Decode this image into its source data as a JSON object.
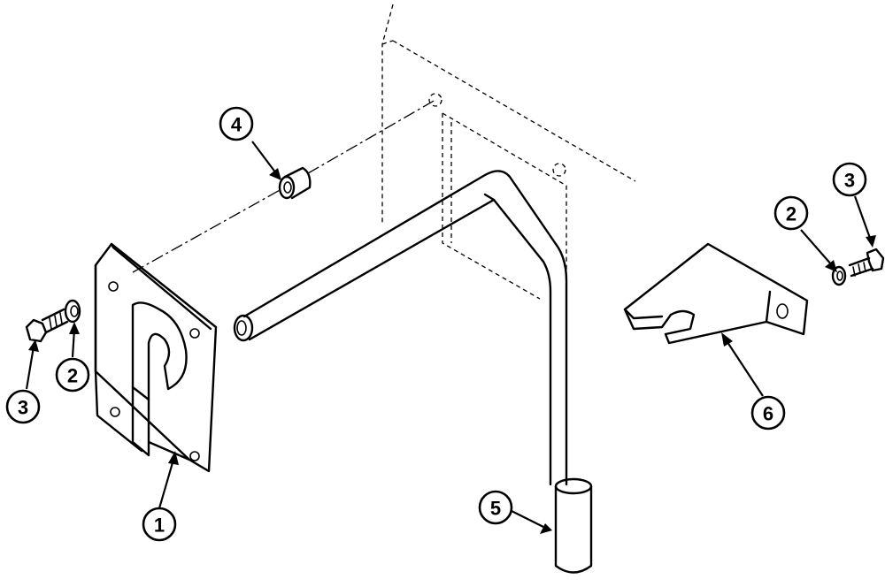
{
  "callouts": {
    "c1": "1",
    "c2_left": "2",
    "c3_left": "3",
    "c4": "4",
    "c5": "5",
    "c6": "6",
    "c2_right": "2",
    "c3_right": "3"
  }
}
